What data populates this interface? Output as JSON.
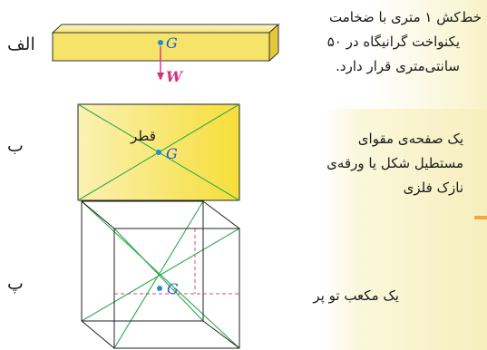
{
  "sections": [
    {
      "letter": "الف",
      "description_lines": [
        "خط‌کش ۱ متری با ضخامت",
        "یکنواخت گرانیگاه در ۵۰",
        "سانتی‌متری قرار دارد."
      ],
      "point_label": "G",
      "weight_label": "W"
    },
    {
      "letter": "ب",
      "description_lines": [
        "یک صفحه‌ی مقوای",
        "مستطیل شکل یا ورقه‌ی",
        "نازک فلزی"
      ],
      "point_label": "G",
      "diagonal_label": "قطر"
    },
    {
      "letter": "پ",
      "description_lines": [
        "یک مکعب تو پر"
      ],
      "point_label": "G"
    }
  ],
  "colors": {
    "ruler_fill": "#f6e36a",
    "plate_fill": "#f8ea6a",
    "line_green": "#2fa84f",
    "point_blue": "#1a8fd8",
    "label_blue": "#1f5fd0",
    "weight_magenta": "#d8307f",
    "dashed_magenta": "#e0408a"
  }
}
